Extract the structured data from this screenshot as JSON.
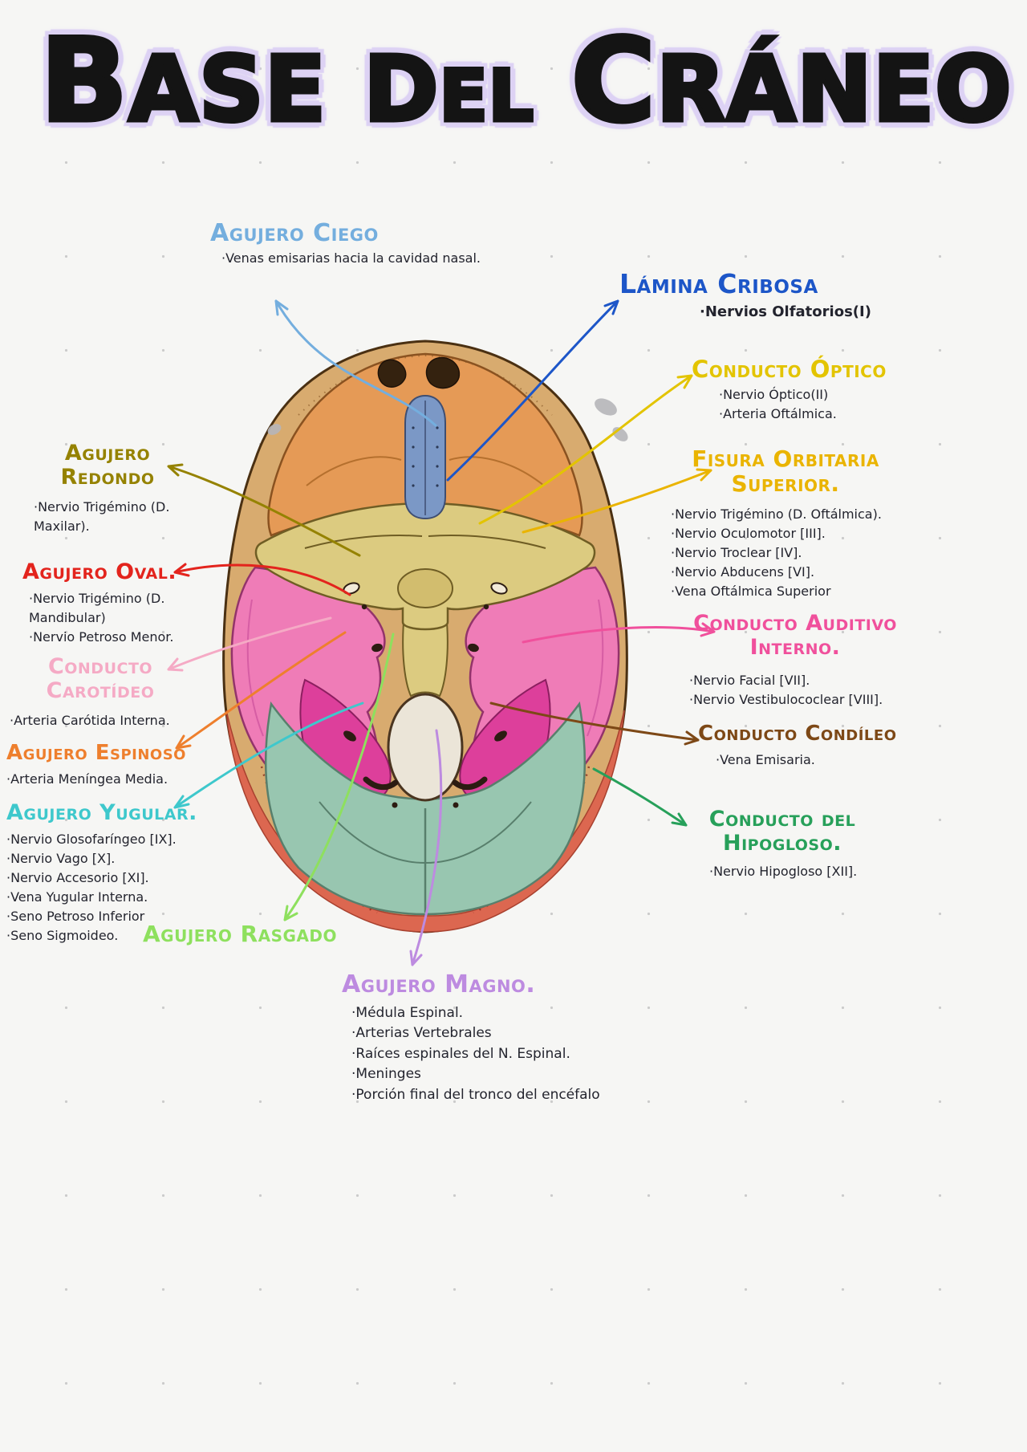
{
  "title": {
    "words": [
      "Base",
      "del",
      "Cráneo"
    ]
  },
  "ink_color": "#23242e",
  "labels": [
    {
      "id": "agujero-ciego",
      "title": "Agujero Ciego",
      "color": "#74aede",
      "items": [
        "·Venas emisarias hacia la cavidad nasal."
      ]
    },
    {
      "id": "lamina-cribosa",
      "title": "Lámina Cribosa",
      "color": "#1d56c8",
      "items": [
        "·Nervios Olfatorios(I)"
      ]
    },
    {
      "id": "conducto-optico",
      "title": "Conducto Óptico",
      "color": "#e3c400",
      "items": [
        "·Nervio Óptico(II)",
        "·Arteria Oftálmica."
      ]
    },
    {
      "id": "agujero-redondo",
      "title": "Agujero Redondo",
      "color": "#958200",
      "items": [
        "·Nervio Trigémino (D. Maxilar)."
      ]
    },
    {
      "id": "fisura-orbitaria-superior",
      "title": "Fisura Orbitaria Superior.",
      "color": "#eab400",
      "items": [
        "·Nervio Trigémino (D. Oftálmica).",
        "·Nervio Oculomotor [III].",
        "·Nervio Troclear [IV].",
        "·Nervio Abducens [VI].",
        "·Vena Oftálmica Superior"
      ]
    },
    {
      "id": "agujero-oval",
      "title": "Agujero Oval.",
      "color": "#e3241d",
      "items": [
        "·Nervio Trigémino (D. Mandibular)",
        "·Nervio Petroso Menor."
      ]
    },
    {
      "id": "conducto-auditivo-interno",
      "title": "Conducto Auditivo Interno.",
      "color": "#f0509c",
      "items": [
        "·Nervio Facial [VII].",
        "·Nervio Vestibulococlear [VIII]."
      ]
    },
    {
      "id": "conducto-carotideo",
      "title": "Conducto Carotídeo",
      "color": "#f5aac5",
      "items": [
        "·Arteria Carótida Interna."
      ]
    },
    {
      "id": "conducto-condileo",
      "title": "Conducto Condíleo",
      "color": "#7d4816",
      "items": [
        "·Vena Emisaria."
      ]
    },
    {
      "id": "agujero-espinoso",
      "title": "Agujero Espinoso",
      "color": "#ee7f2d",
      "items": [
        "·Arteria Meníngea Media."
      ]
    },
    {
      "id": "conducto-del-hipogloso",
      "title": "Conducto del Hipogloso.",
      "color": "#27a05a",
      "items": [
        "·Nervio Hipogloso [XII]."
      ]
    },
    {
      "id": "agujero-yugular",
      "title": "Agujero Yugular.",
      "color": "#3ec8cc",
      "items": [
        "·Nervio Glosofaríngeo [IX].",
        "·Nervio Vago [X].",
        "·Nervio Accesorio [XI].",
        "·Vena Yugular Interna.",
        "·Seno Petroso Inferior",
        "·Seno Sigmoideo."
      ]
    },
    {
      "id": "agujero-rasgado",
      "title": "Agujero Rasgado",
      "color": "#8ee05e",
      "items": []
    },
    {
      "id": "agujero-magno",
      "title": "Agujero Magno.",
      "color": "#bd8be0",
      "items": [
        "·Médula Espinal.",
        "·Arterias Vertebrales",
        "·Raíces espinales del N. Espinal.",
        "·Meninges",
        "·Porción final del tronco del encéfalo"
      ]
    }
  ]
}
